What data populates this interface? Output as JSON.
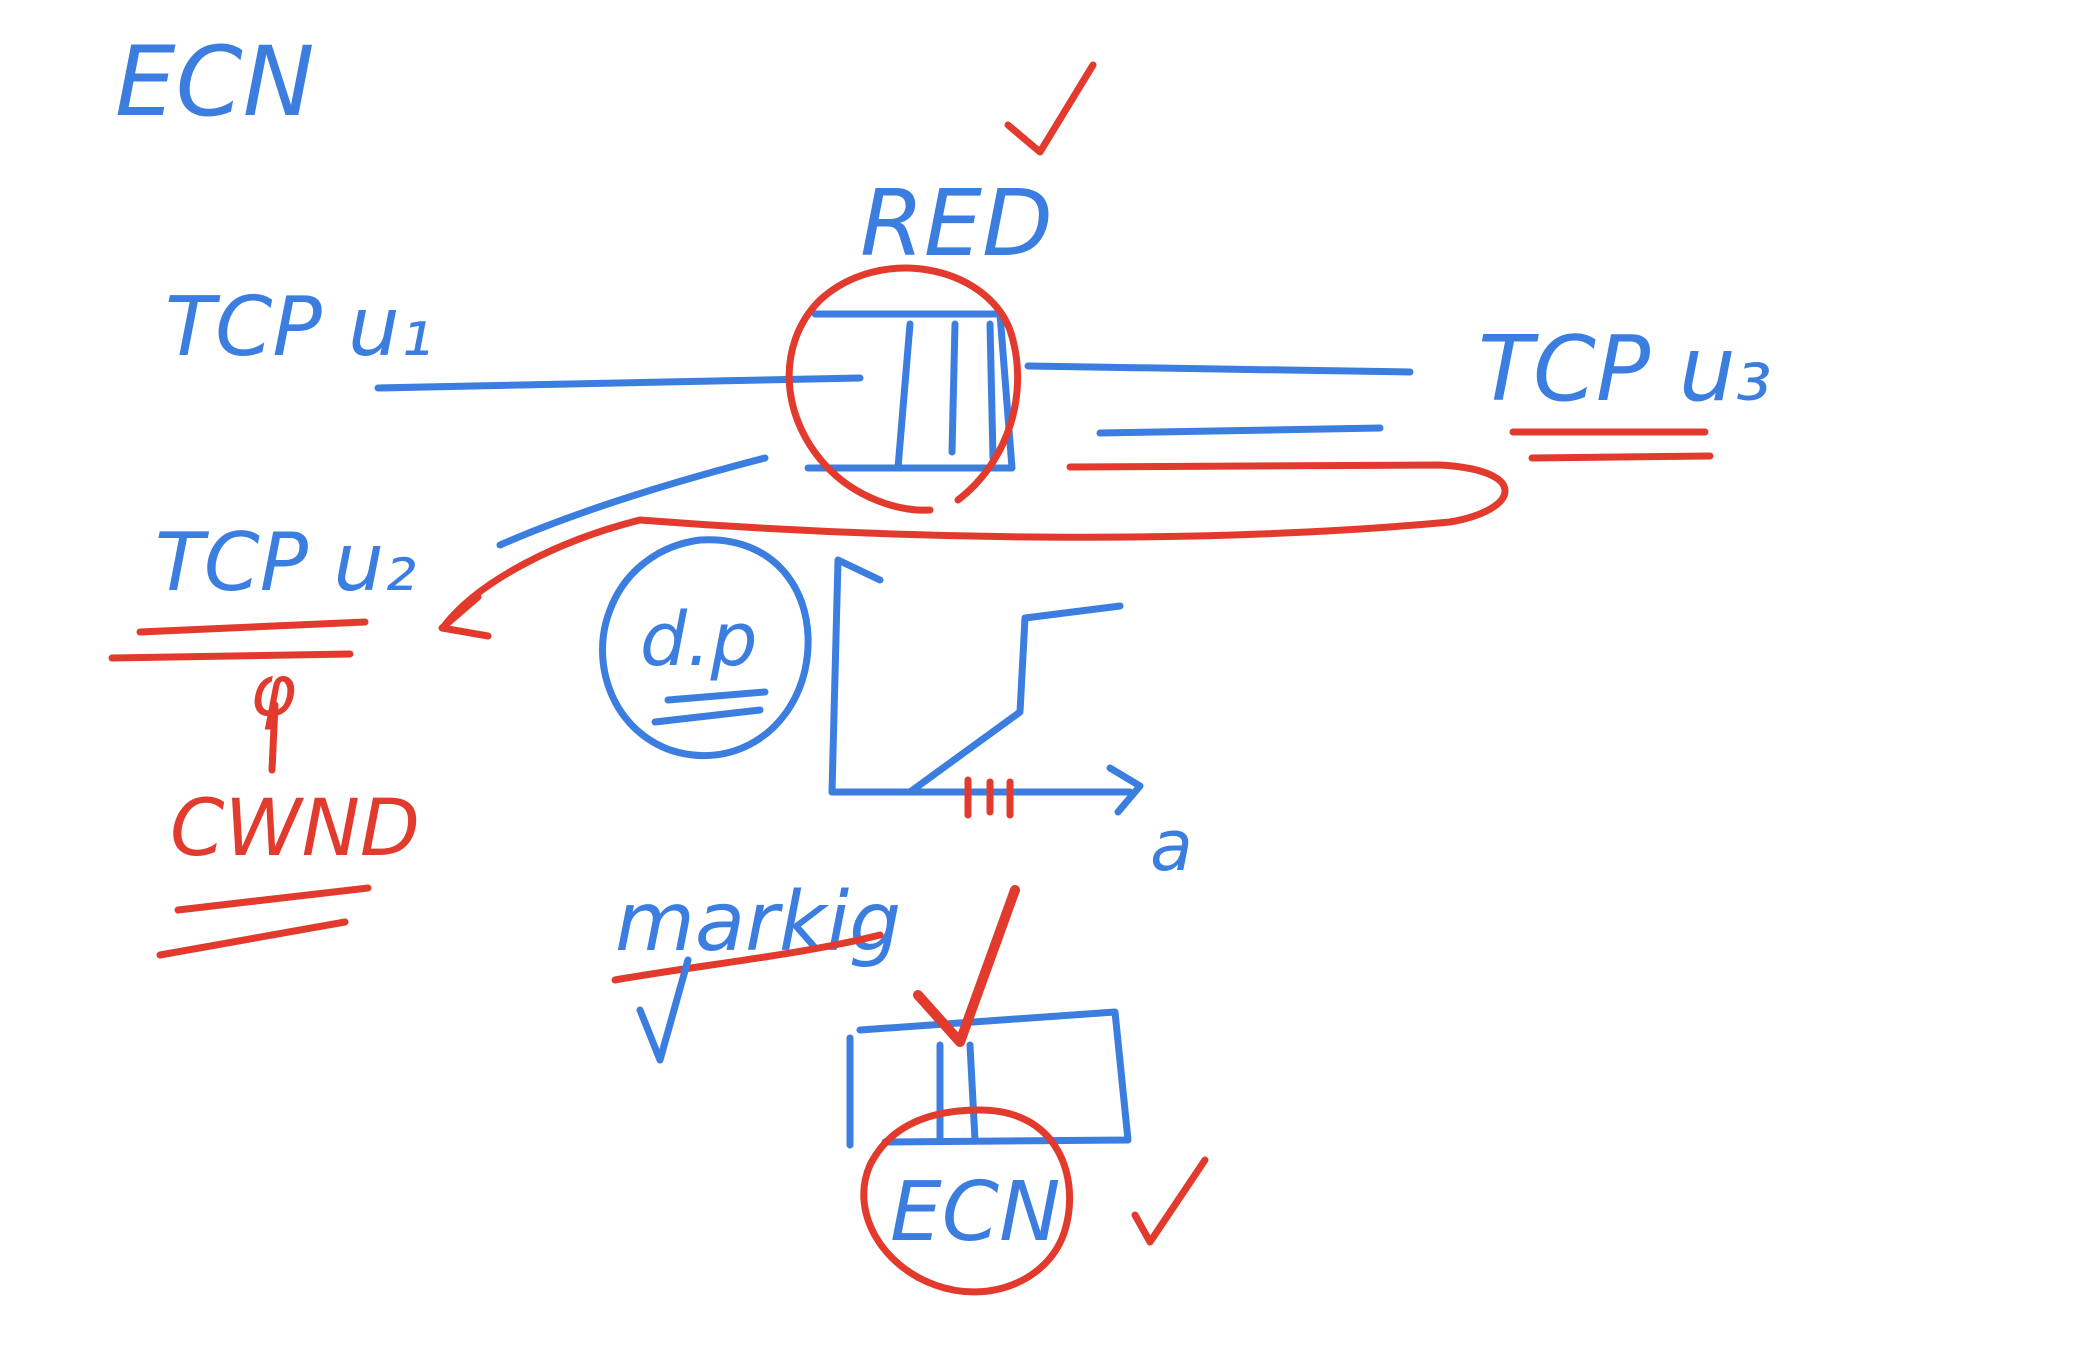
{
  "colors": {
    "blue_ink": "#3b7ee0",
    "red_ink": "#e23b2e",
    "background": "#ffffff"
  },
  "labels": {
    "title": "ECN",
    "red_label": "RED",
    "tcp_u1": "TCP u₁",
    "tcp_u2": "TCP u₂",
    "tcp_u3": "TCP u₃",
    "cwnd": "CWND",
    "phi": "φ",
    "dp": "d.p",
    "axis_x": "a",
    "marking": "markig",
    "ecn_bottom": "ECN"
  },
  "marks": [
    "checkmark-top",
    "checkmark-marking",
    "checkmark-red-large",
    "checkmark-ecn"
  ]
}
